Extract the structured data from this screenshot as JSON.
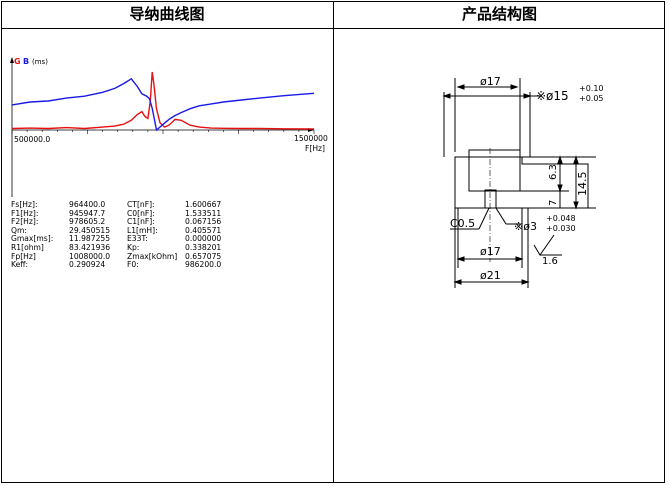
{
  "headers": {
    "left": "导纳曲线图",
    "right": "产品结构图"
  },
  "admittance_chart": {
    "legend": {
      "g_label": "G",
      "b_label": "B",
      "unit": "(ms)",
      "g_color": "#e81010",
      "b_color": "#1a1ae6"
    },
    "x_min_label": "500000.0",
    "x_max_label": "1500000",
    "x_axis_label": "F[Hz]"
  },
  "chart_data": {
    "type": "line",
    "title": "",
    "xlabel": "F[Hz]",
    "ylabel": "(ms)",
    "xlim": [
      500000,
      1500000
    ],
    "series": [
      {
        "name": "G",
        "color": "#e81010",
        "x": [
          500000,
          560000,
          620000,
          680000,
          740000,
          800000,
          840000,
          870000,
          895000,
          915000,
          930000,
          940000,
          950000,
          958000,
          964400,
          970000,
          978000,
          990000,
          1005000,
          1020000,
          1040000,
          1060000,
          1090000,
          1120000,
          1160000,
          1200000,
          1260000,
          1320000,
          1400000,
          1500000
        ],
        "y": [
          0.3,
          0.4,
          0.3,
          0.5,
          0.3,
          0.6,
          0.8,
          1.2,
          2.0,
          3.2,
          3.8,
          2.8,
          2.4,
          6.0,
          11.99,
          9.5,
          4.5,
          1.5,
          0.6,
          1.0,
          2.2,
          2.0,
          1.0,
          0.6,
          0.4,
          0.35,
          0.3,
          0.3,
          0.25,
          0.2
        ]
      },
      {
        "name": "B",
        "color": "#1a1ae6",
        "x": [
          500000,
          560000,
          620000,
          680000,
          740000,
          800000,
          840000,
          870000,
          895000,
          915000,
          930000,
          945948,
          955000,
          964400,
          978605,
          990000,
          1005000,
          1020000,
          1040000,
          1060000,
          1090000,
          1120000,
          1160000,
          1200000,
          1260000,
          1320000,
          1400000,
          1500000
        ],
        "y": [
          5.2,
          5.8,
          6.0,
          6.6,
          7.0,
          7.8,
          8.6,
          9.6,
          10.6,
          9.0,
          7.5,
          7.0,
          6.5,
          4.5,
          0.0,
          0.6,
          1.4,
          2.2,
          3.0,
          3.6,
          4.4,
          5.0,
          5.4,
          5.8,
          6.2,
          6.6,
          7.1,
          7.6
        ]
      }
    ]
  },
  "params": [
    {
      "k1": "Fs[Hz]:",
      "v1": "964400.0",
      "k2": "CT[nF]:",
      "v2": "1.600667"
    },
    {
      "k1": "F1[Hz]:",
      "v1": "945947.7",
      "k2": "C0[nF]:",
      "v2": "1.533511"
    },
    {
      "k1": "F2[Hz]:",
      "v1": "978605.2",
      "k2": "C1[nF]:",
      "v2": "0.067156"
    },
    {
      "k1": "Qm:",
      "v1": "29.450515",
      "k2": "L1[mH]:",
      "v2": "0.405571"
    },
    {
      "k1": "Gmax[ms]:",
      "v1": "11.987255",
      "k2": "E33T:",
      "v2": "0.000000"
    },
    {
      "k1": "R1[ohm]",
      "v1": "83.421936",
      "k2": "Kp:",
      "v2": "0.338201"
    },
    {
      "k1": "Fp[Hz]",
      "v1": "1008000.0",
      "k2": "Zmax[kOhm]",
      "v2": "0.657075"
    },
    {
      "k1": "Keff:",
      "v1": "0.290924",
      "k2": "F0:",
      "v2": "986200.0"
    }
  ],
  "structure_drawing": {
    "dim_top_width": "ø17",
    "dim_outer_dia": "※ø15",
    "dim_outer_tol_upper": "+0.10",
    "dim_outer_tol_lower": "+0.05",
    "dim_step_height": "6.3",
    "dim_inner_height": "7",
    "dim_total_height": "14.5",
    "dim_chamfer": "C0.5",
    "dim_hole_dia": "※ø3",
    "dim_hole_tol_upper": "+0.048",
    "dim_hole_tol_lower": "+0.030",
    "dim_bottom_inner": "ø17",
    "dim_bottom_outer": "ø21",
    "roughness": "1.6"
  }
}
